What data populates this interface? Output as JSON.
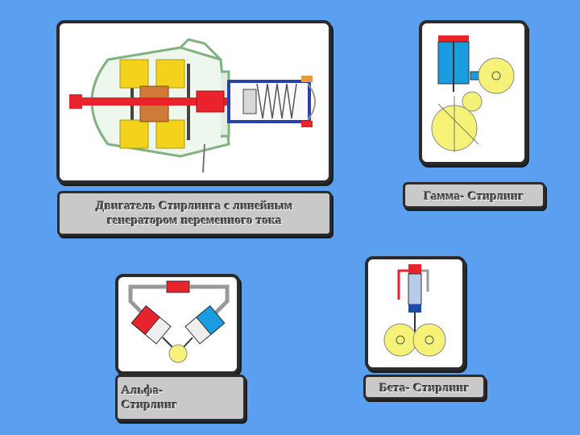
{
  "captions": {
    "main_line1": "Двигатель Стирлинга с линейным",
    "main_line2": "генератором переменного тока",
    "gamma": "Гамма- Стирлинг",
    "alpha_line1": "Альфа-",
    "alpha_line2": "Стирлинг",
    "beta": "Бета- Стирлинг"
  },
  "colors": {
    "background": "#5b9ff0",
    "frame_border": "#2b2b2b",
    "caption_bg": "#c9c9c9",
    "piston_red": "#e8232b",
    "cylinder_blue": "#1a9ce0",
    "wheel_yellow": "#f6f277",
    "coil_yellow": "#f2d21b",
    "housing_green": "#8fbf8f"
  },
  "icons": [
    "linear-generator-diagram",
    "gamma-stirling-diagram",
    "alpha-stirling-diagram",
    "beta-stirling-diagram"
  ]
}
